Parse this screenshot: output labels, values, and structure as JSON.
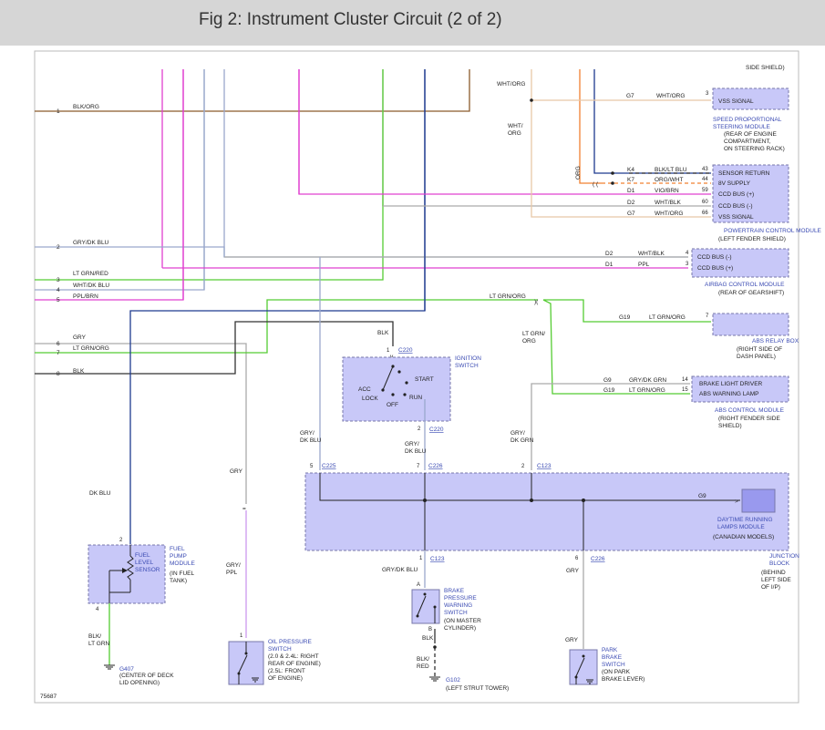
{
  "title": "Fig 2: Instrument Cluster Circuit (2 of 2)",
  "figure_number": "75687",
  "top_cut_text": "SIDE SHIELD)",
  "left_pins": [
    {
      "num": "1",
      "wire": "BLK/ORG"
    },
    {
      "num": "2",
      "wire": "GRY/DK BLU"
    },
    {
      "num": "3",
      "wire": "LT GRN/RED"
    },
    {
      "num": "4",
      "wire": "WHT/DK BLU"
    },
    {
      "num": "5",
      "wire": "PPL/BRN"
    },
    {
      "num": "6",
      "wire": "GRY"
    },
    {
      "num": "7",
      "wire": "LT GRN/ORG"
    },
    {
      "num": "8",
      "wire": "BLK"
    }
  ],
  "vss": {
    "wire_top": "WHT/ORG",
    "wire_side": "WHT/\nORG",
    "circuit": "G7",
    "wire": "WHT/ORG",
    "pin": "3",
    "label": "VSS SIGNAL",
    "module": "SPEED PROPORTIONAL\nSTEERING MODULE",
    "location": "(REAR OF ENGINE\nCOMPARTMENT,\nON STEERING RACK)"
  },
  "pcm": {
    "side_wire": "ORG",
    "rows": [
      {
        "circuit": "K4",
        "wire": "BLK/LT BLU",
        "pin": "43",
        "label": "SENSOR RETURN"
      },
      {
        "circuit": "K7",
        "wire": "ORG/WHT",
        "pin": "44",
        "label": "8V SUPPLY"
      },
      {
        "circuit": "D1",
        "wire": "VIO/BRN",
        "pin": "59",
        "label": "CCD BUS (+)"
      },
      {
        "circuit": "D2",
        "wire": "WHT/BLK",
        "pin": "60",
        "label": "CCD BUS (-)"
      },
      {
        "circuit": "G7",
        "wire": "WHT/ORG",
        "pin": "66",
        "label": "VSS SIGNAL"
      }
    ],
    "module": "POWERTRAIN CONTROL MODULE",
    "location": "(LEFT FENDER SHIELD)"
  },
  "acm": {
    "rows": [
      {
        "circuit": "D2",
        "wire": "WHT/BLK",
        "pin": "4",
        "label": "CCD BUS (-)"
      },
      {
        "circuit": "D1",
        "wire": "PPL",
        "pin": "3",
        "label": "CCD BUS (+)"
      }
    ],
    "module": "AIRBAG CONTROL MODULE",
    "location": "(REAR OF GEARSHIFT)"
  },
  "abs_relay": {
    "splice_wire": "LT GRN/ORG",
    "circuit": "G19",
    "wire": "LT GRN/ORG",
    "pin": "7",
    "module": "ABS RELAY BOX",
    "location": "(RIGHT SIDE OF\nDASH PANEL)"
  },
  "abs_cm": {
    "side_wire": "LT GRN/\nORG",
    "rows": [
      {
        "circuit": "G9",
        "wire": "GRY/DK GRN",
        "pin": "14",
        "label": "BRAKE LIGHT DRIVER"
      },
      {
        "circuit": "G19",
        "wire": "LT GRN/ORG",
        "pin": "15",
        "label": "ABS WARNING LAMP"
      }
    ],
    "module": "ABS CONTROL MODULE",
    "location": "(RIGHT FENDER SIDE\nSHIELD)"
  },
  "ignition": {
    "top_wire": "BLK",
    "top_pin": "1",
    "top_conn": "C220",
    "name": "IGNITION\nSWITCH",
    "positions": [
      "ACC",
      "LOCK",
      "OFF",
      "START",
      "RUN"
    ],
    "bottom_pin": "2",
    "bottom_conn": "C220",
    "bottom_wire": "GRY/\nDK BLU"
  },
  "junction": {
    "left_wire": "GRY/\nDK BLU",
    "right_wire": "GRY/\nDK GRN",
    "conns": [
      {
        "pin": "5",
        "conn": "C225"
      },
      {
        "pin": "7",
        "conn": "C226"
      },
      {
        "pin": "2",
        "conn": "C123"
      }
    ],
    "drl_circuit": "G9",
    "drl_module": "DAYTIME RUNNING\nLAMPS MODULE",
    "drl_note": "(CANADIAN MODELS)",
    "name": "JUNCTION\nBLOCK",
    "location": "(BEHIND\nLEFT SIDE\nOF I/P)",
    "bottom_conns": [
      {
        "pin": "1",
        "conn": "C123"
      },
      {
        "pin": "6",
        "conn": "C226"
      }
    ]
  },
  "fuel": {
    "wire": "DK BLU",
    "pin_top": "2",
    "pin_bottom": "4",
    "module": "FUEL\nPUMP\nMODULE",
    "note": "(IN FUEL\nTANK)",
    "sensor": "FUEL\nLEVEL\nSENSOR",
    "ground_wire": "BLK/\nLT GRN",
    "ground": "G407",
    "ground_location": "(CENTER OF DECK\nLID OPENING)"
  },
  "oil": {
    "wire_top": "GRY",
    "wire_bottom": "GRY/\nPPL",
    "pin": "1",
    "name": "OIL PRESSURE\nSWITCH",
    "location": "(2.0 & 2.4L: RIGHT\nREAR OF ENGINE)\n(2.5L: FRONT\nOF ENGINE)"
  },
  "brake_pressure": {
    "wire": "GRY/DK BLU",
    "pin_a": "A",
    "pin_b": "B",
    "name": "BRAKE\nPRESSURE\nWARNING\nSWITCH",
    "location": "(ON MASTER\nCYLINDER)",
    "wire_b": "BLK",
    "wire_ground": "BLK/\nRED",
    "ground": "G102",
    "ground_location": "(LEFT STRUT TOWER)"
  },
  "park_brake": {
    "wire_top": "GRY",
    "wire_bottom": "GRY",
    "name": "PARK\nBRAKE\nSWITCH",
    "location": "(ON PARK\nBRAKE LEVER)"
  },
  "colors": {
    "box_fill": "#c8c8f8",
    "box_stroke": "#7777aa",
    "label_blue": "#3b4bb3",
    "brown": "#8b5a2b",
    "magenta": "#e040d0",
    "green": "#55cc33",
    "navy": "#1d3a8f",
    "light_blue": "#9aa8cc",
    "gray": "#9a9a9a",
    "tan": "#e8c8a8",
    "orange": "#f08030",
    "lavender": "#cc99ee",
    "black": "#333333",
    "pink": "#ff66cc"
  }
}
